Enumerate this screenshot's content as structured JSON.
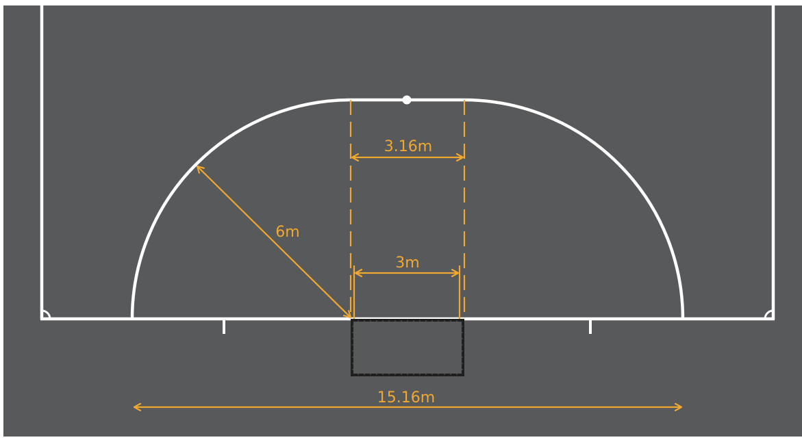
{
  "diagram": {
    "type": "futsal-penalty-area",
    "colors": {
      "background": "#ffffff",
      "court": "#58595b",
      "lines": "#ffffff",
      "dimensions": "#f0a830",
      "goal_frame": "#1f1f1f",
      "goal_net": "#5a5a5a"
    },
    "labels": {
      "radius": "6m",
      "goal_width": "3m",
      "straight_segment": "3.16m",
      "area_width": "15.16m"
    }
  }
}
